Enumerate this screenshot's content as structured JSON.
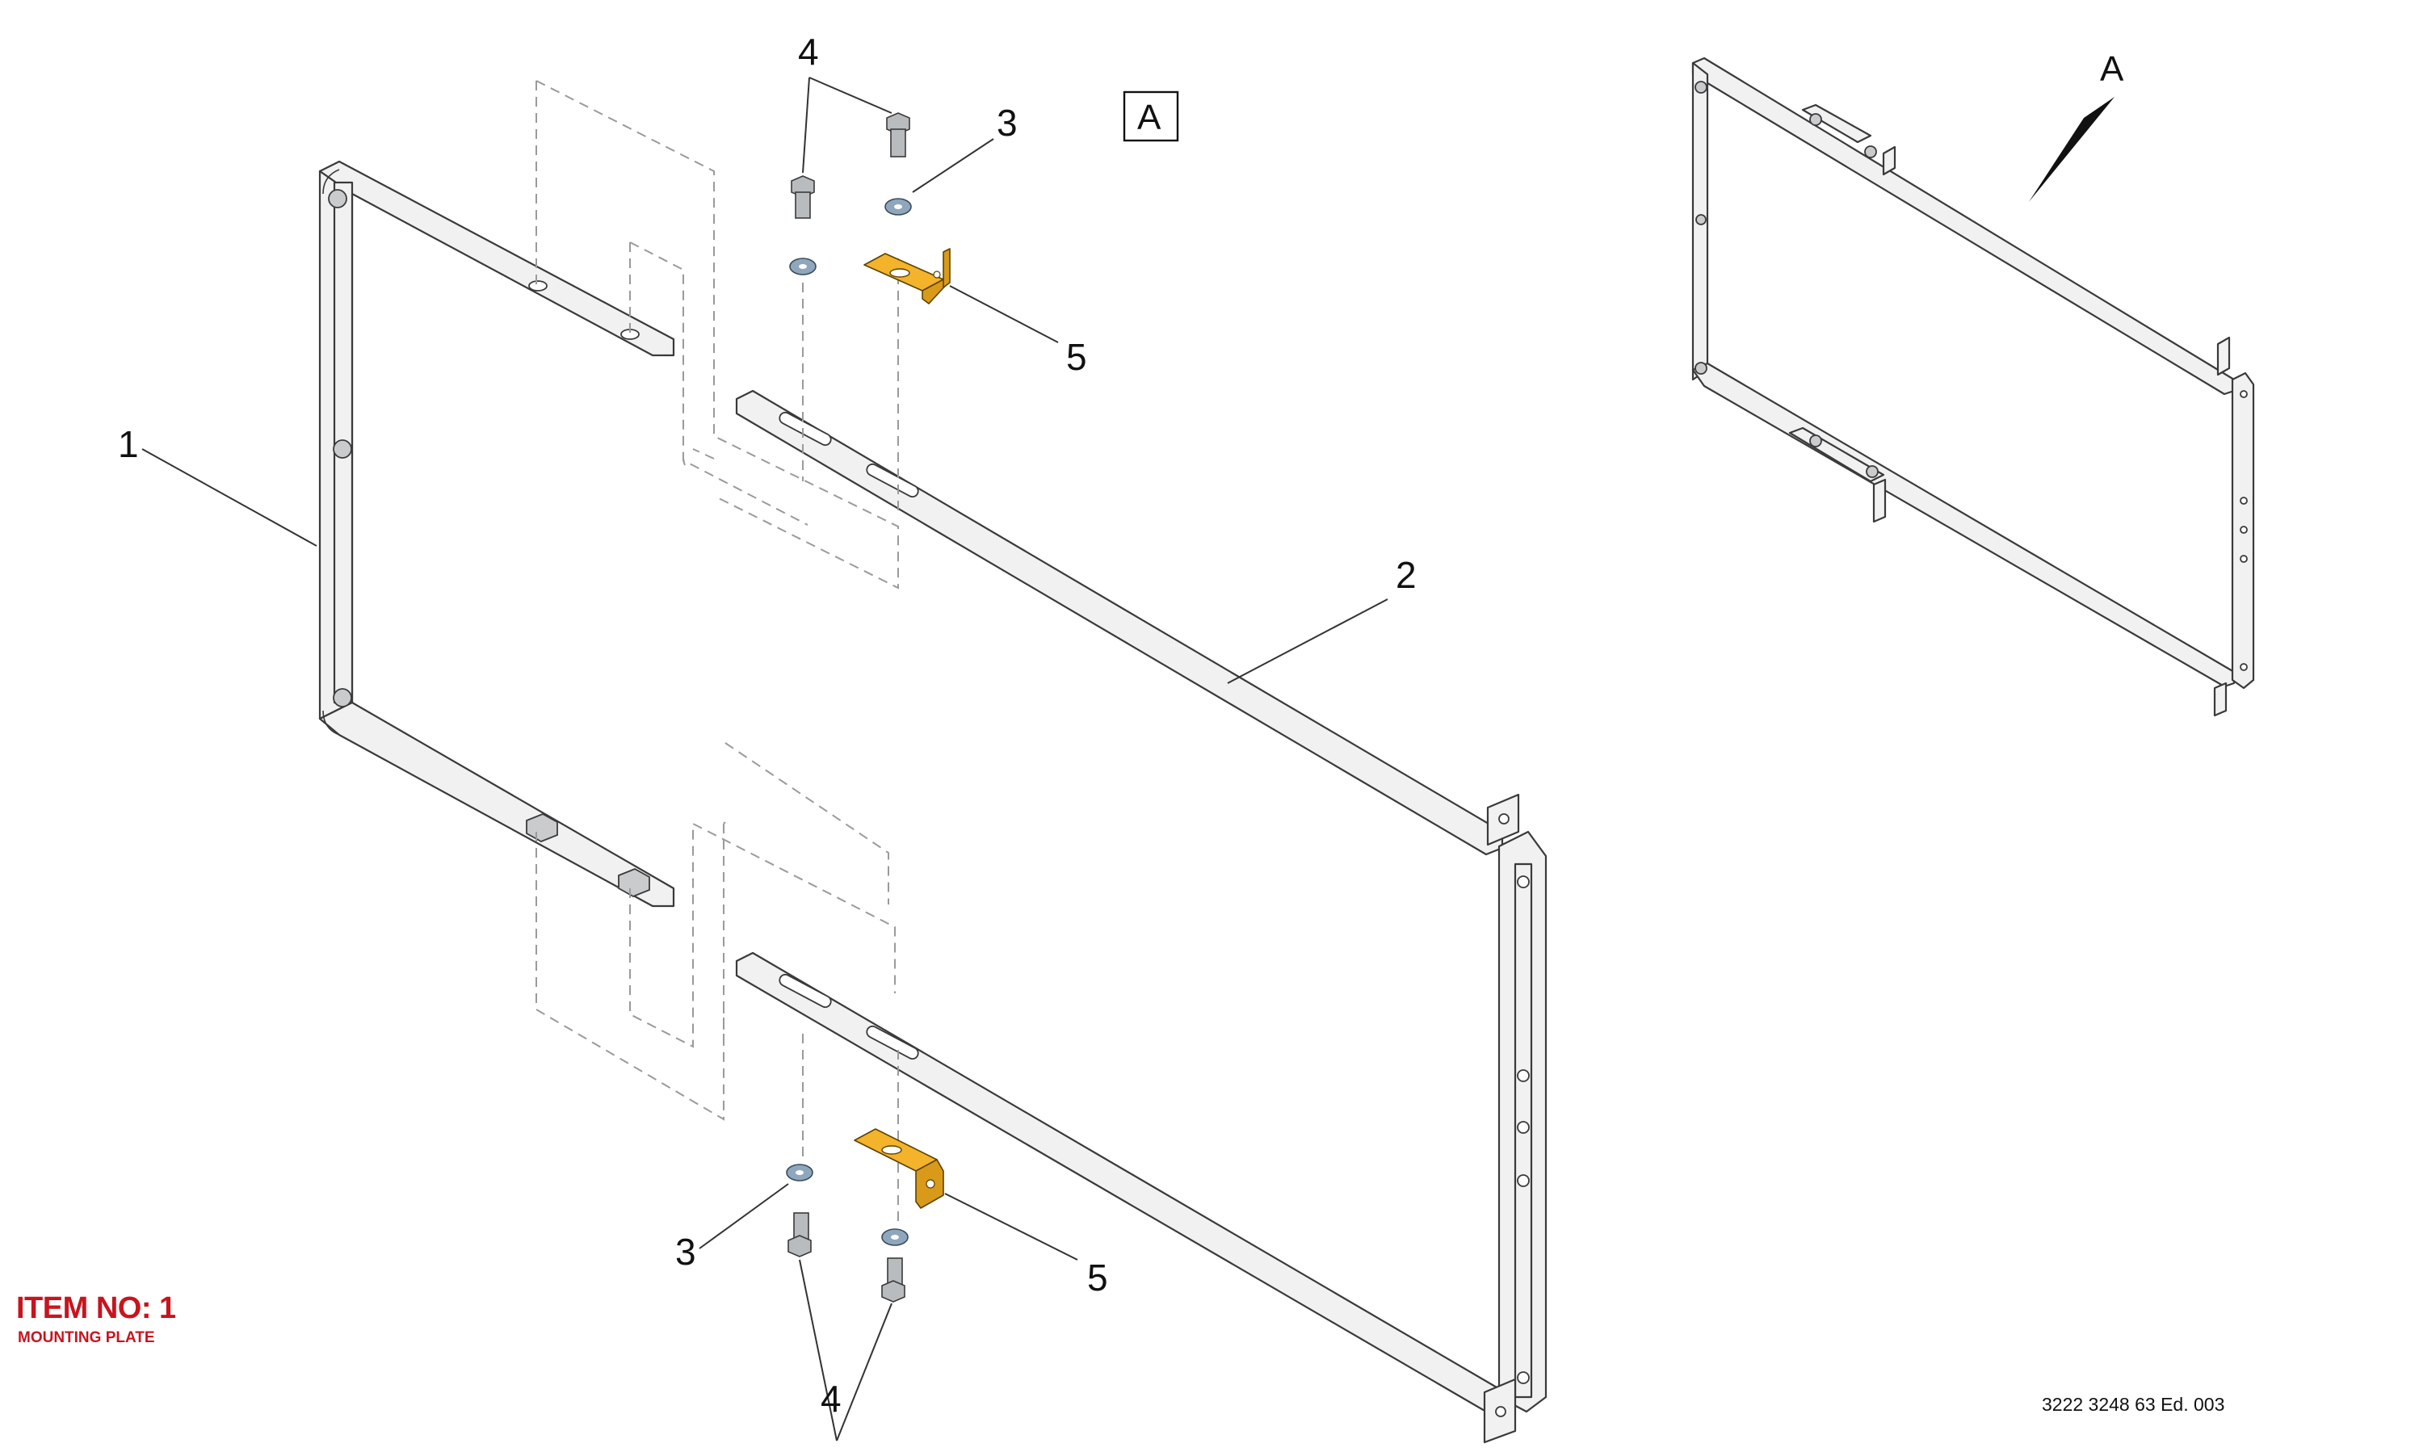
{
  "callouts": {
    "c1": "1",
    "c2": "2",
    "c3a": "3",
    "c3b": "3",
    "c4a": "4",
    "c4b": "4",
    "c5a": "5",
    "c5b": "5"
  },
  "view_box_label": "A",
  "detail_view_label": "A",
  "item": {
    "number_text": "ITEM NO: 1",
    "name": "MOUNTING PLATE"
  },
  "doc_number": "3222 3248 63 Ed. 003",
  "colors": {
    "frame_fill": "#f1f1f1",
    "frame_stroke": "#3a3a3a",
    "bracket": "#f3b32a",
    "washer": "#8fa7bd",
    "bolt": "#b9bcbf",
    "item_red": "#c8141e",
    "dashed": "#9a9a9a"
  }
}
